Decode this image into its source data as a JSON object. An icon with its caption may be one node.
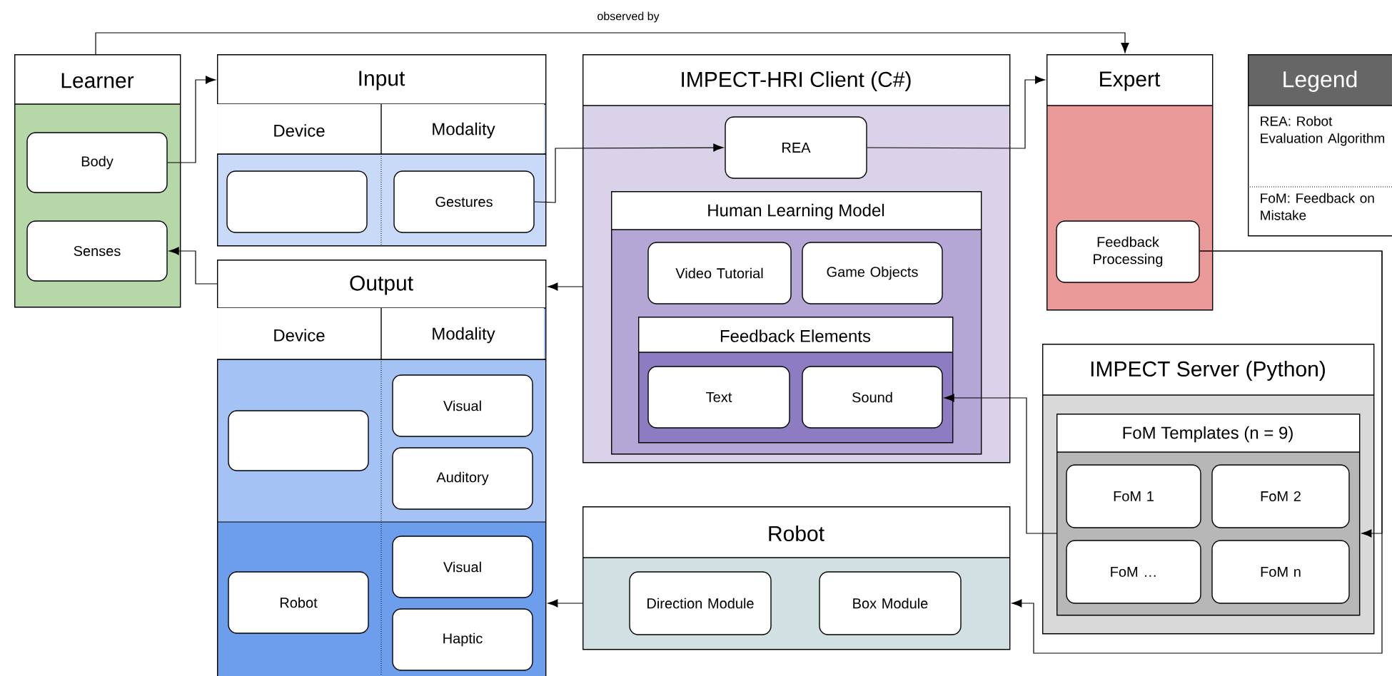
{
  "diagram": {
    "nodes": [
      {
        "text": [
          "Learner"
        ]
      },
      {
        "text": [
          "Body"
        ],
        "in": 0
      },
      {
        "text": [
          "Senses"
        ],
        "in": 0
      },
      {
        "text": [
          "Input",
          "Device",
          "Modality"
        ]
      },
      {
        "text": [],
        "shape": "box",
        "in": 3
      },
      {
        "text": [
          "Gestures"
        ],
        "in": 3
      },
      {
        "text": [
          "Output",
          "Device",
          "Modality"
        ]
      },
      {
        "text": [],
        "shape": "box",
        "in": 6
      },
      {
        "text": [
          "Visual"
        ],
        "in": 6
      },
      {
        "text": [
          "Auditory"
        ],
        "in": 6
      },
      {
        "text": [
          "Robot"
        ],
        "in": 6
      },
      {
        "text": [
          "Visual"
        ],
        "in": 6
      },
      {
        "text": [
          "Haptic"
        ],
        "in": 6
      },
      {
        "text": [
          "IMPECT-HRI Client (C#)"
        ]
      },
      {
        "text": [
          "REA"
        ],
        "in": 13
      },
      {
        "text": [
          "Human Learning Model"
        ],
        "in": 13
      },
      {
        "text": [
          "Video Tutorial"
        ],
        "in": 15
      },
      {
        "text": [
          "Game Objects"
        ],
        "in": 15
      },
      {
        "text": [
          "Feedback Elements"
        ],
        "in": 15
      },
      {
        "text": [
          "Text"
        ],
        "in": 18
      },
      {
        "text": [
          "Sound"
        ],
        "in": 18
      },
      {
        "text": [
          "Expert"
        ]
      },
      {
        "text": [
          "Feedback Processing"
        ],
        "in": 21
      },
      {
        "text": [
          "Legend",
          "REA: Robot Evaluation Algorithm",
          "FoM: Feedback on Mistake"
        ]
      },
      {
        "text": [
          "IMPECT Server (Python)"
        ]
      },
      {
        "text": [
          "FoM Templates (n = 9)"
        ],
        "in": 24
      },
      {
        "text": [
          "FoM 1"
        ],
        "in": 25
      },
      {
        "text": [
          "FoM 2"
        ],
        "in": 25
      },
      {
        "text": [
          "FoM …"
        ],
        "in": 25
      },
      {
        "text": [
          "FoM n"
        ],
        "in": 25
      },
      {
        "text": [
          "Robot"
        ]
      },
      {
        "text": [
          "Direction Module"
        ],
        "in": 30
      },
      {
        "text": [
          "Box Module"
        ],
        "in": 30
      }
    ],
    "edges": [
      {
        "from": 0,
        "to": 21,
        "arrow": "to",
        "label": "observed by"
      },
      {
        "from": 1,
        "to": 3,
        "arrow": "to"
      },
      {
        "from": 5,
        "to": 14,
        "arrow": "to"
      },
      {
        "from": 14,
        "to": 21,
        "arrow": "to"
      },
      {
        "from": 13,
        "to": 6,
        "arrow": "to"
      },
      {
        "from": 6,
        "to": 2,
        "arrow": "to"
      },
      {
        "from": 22,
        "to": 25,
        "arrow": "to"
      },
      {
        "from": 25,
        "to": 20,
        "arrow": "to"
      },
      {
        "from": 22,
        "to": 30,
        "arrow": "to"
      },
      {
        "from": 30,
        "to": 6,
        "arrow": "to"
      }
    ]
  }
}
